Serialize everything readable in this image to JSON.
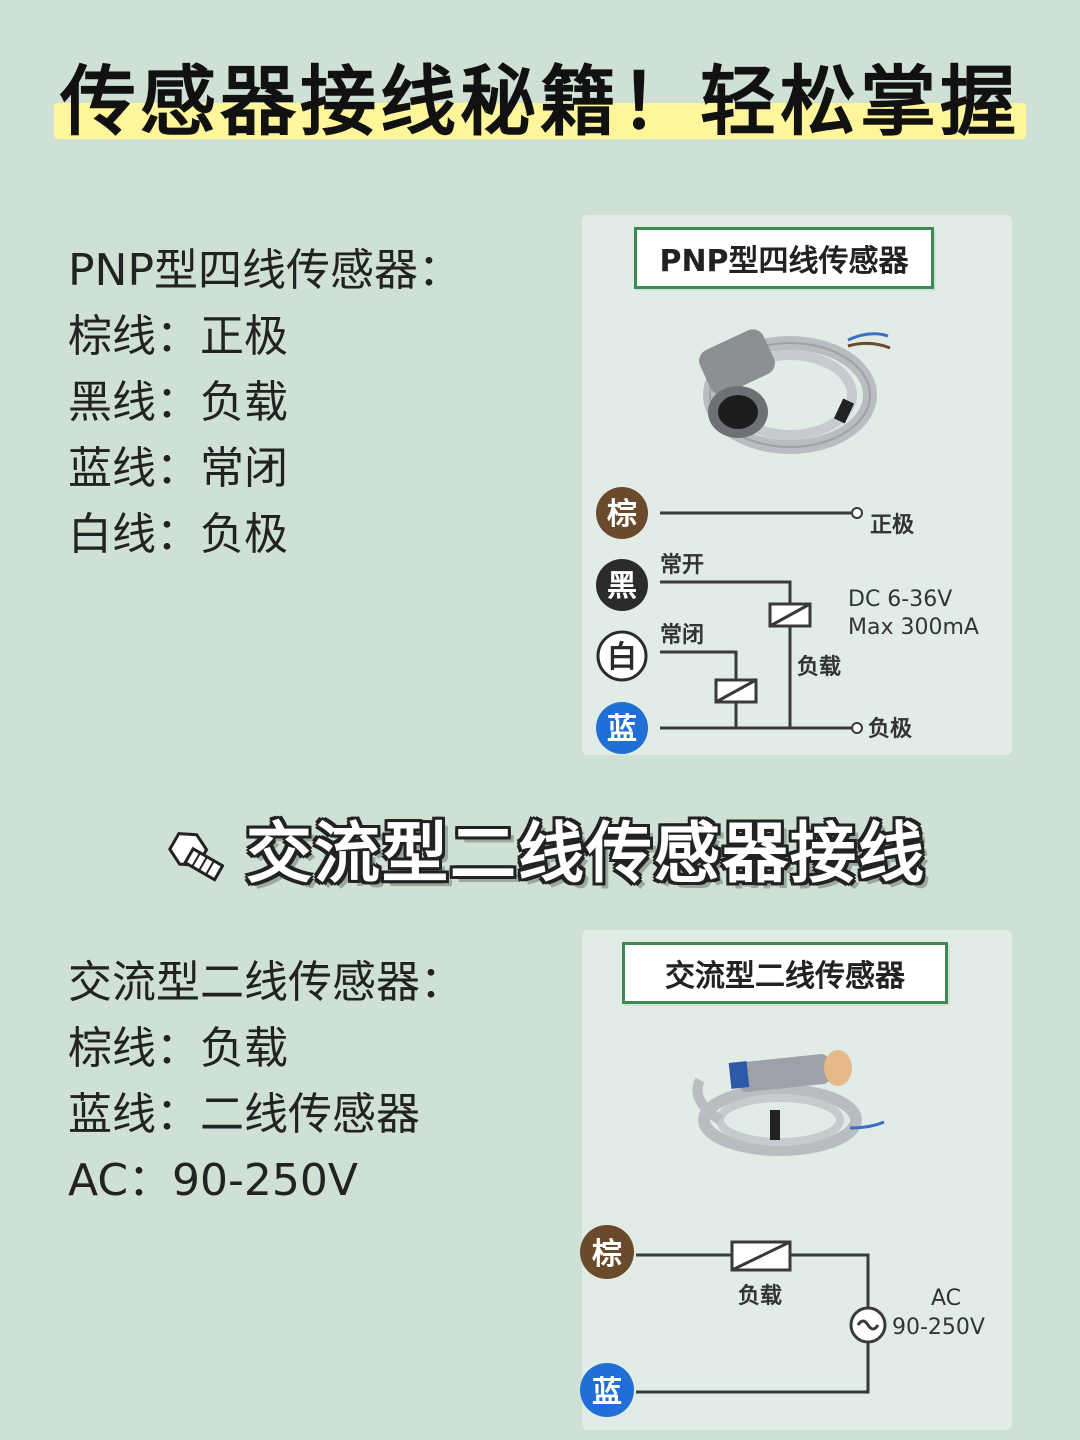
{
  "title": "传感器接线秘籍！轻松掌握",
  "section1": {
    "lines": [
      "PNP型四线传感器：",
      "棕线：正极",
      "黑线：负载",
      "蓝线：常闭",
      "白线：负极"
    ],
    "box_label": "PNP型四线传感器",
    "wire_labels": {
      "brown": "棕",
      "black": "黑",
      "white": "白",
      "blue": "蓝"
    },
    "terminal_positive": "正极",
    "terminal_negative": "负极",
    "normally_open": "常开",
    "normally_closed": "常闭",
    "load": "负载",
    "spec_line1": "DC 6-36V",
    "spec_line2": "Max 300mA"
  },
  "section_title": "交流型二线传感器接线",
  "section2": {
    "lines": [
      "交流型二线传感器：",
      "棕线：负载",
      "蓝线：二线传感器",
      "AC：90-250V"
    ],
    "box_label": "交流型二线传感器",
    "wire_labels": {
      "brown": "棕",
      "blue": "蓝"
    },
    "load": "负载",
    "ac_line1": "AC",
    "ac_line2": "90-250V"
  },
  "colors": {
    "background": "#cfe0d4",
    "brown": "#6b4a2b",
    "black": "#2b2b2b",
    "blue": "#1f6fd6",
    "highlight": "#fff59a",
    "box_border": "#3e8a55"
  },
  "icons": [
    "bolt-nut-icon",
    "sensor-photo-icon"
  ]
}
